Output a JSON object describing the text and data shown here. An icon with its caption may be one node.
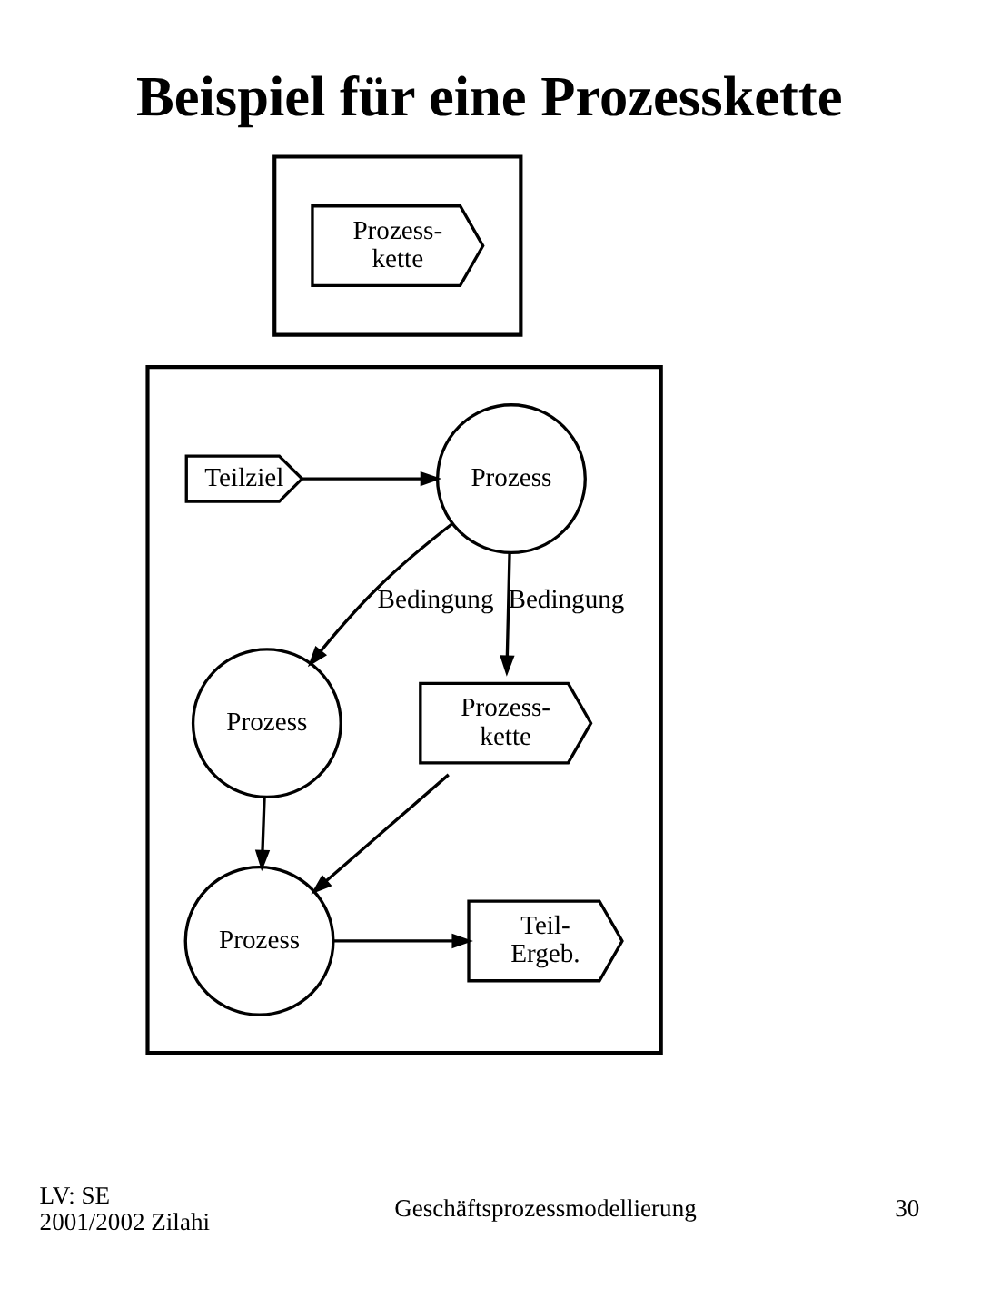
{
  "diagram": {
    "title": "Beispiel für eine Prozesskette",
    "nodes": [
      {
        "text": [],
        "shape": "box"
      },
      {
        "text": [
          "Prozess- kette"
        ],
        "in": 0
      },
      {
        "text": [],
        "shape": "box"
      },
      {
        "text": [
          "Teilziel"
        ],
        "in": 2
      },
      {
        "text": [
          "Prozess"
        ],
        "in": 2
      },
      {
        "text": [
          "Prozess"
        ],
        "in": 2
      },
      {
        "text": [
          "Prozess- kette"
        ],
        "in": 2
      },
      {
        "text": [
          "Prozess"
        ],
        "in": 2
      },
      {
        "text": [
          "Teil- Ergeb."
        ],
        "in": 2
      }
    ],
    "edges": [
      {
        "from": 3,
        "to": 4,
        "arrow": "to"
      },
      {
        "from": 4,
        "to": 5,
        "arrow": "to",
        "label": "Bedingung"
      },
      {
        "from": 4,
        "to": 6,
        "arrow": "to",
        "label": "Bedingung"
      },
      {
        "from": 5,
        "to": 7,
        "arrow": "to"
      },
      {
        "from": 6,
        "to": 7,
        "arrow": "to"
      },
      {
        "from": 7,
        "to": 8,
        "arrow": "to"
      }
    ],
    "labels": [
      "LV: SE 2001/2002 Zilahi",
      "Geschäftsprozessmodellierung",
      "30"
    ]
  }
}
